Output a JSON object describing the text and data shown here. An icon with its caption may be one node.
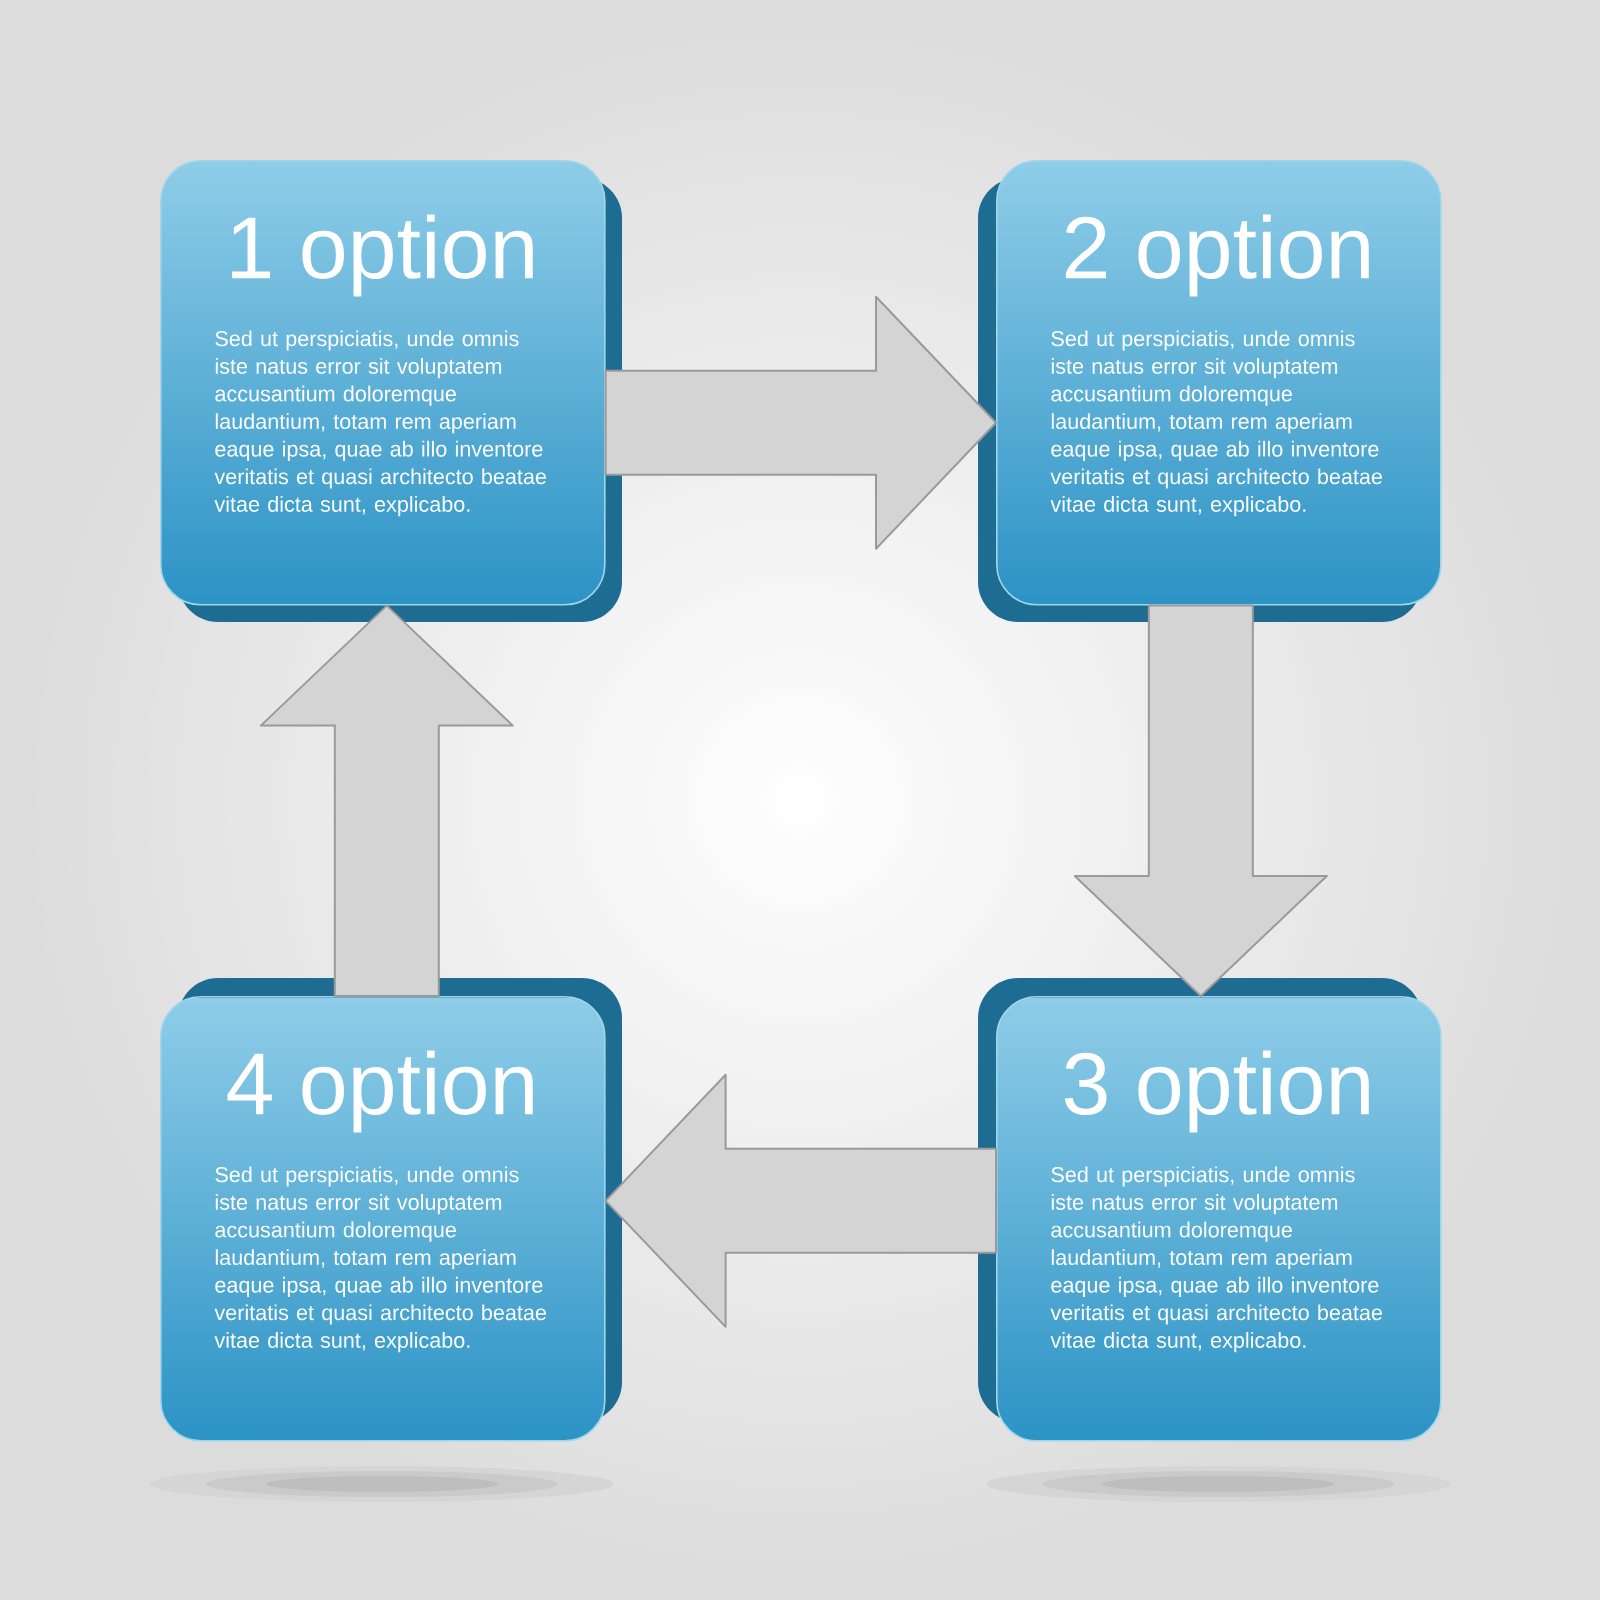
{
  "diagram": {
    "nodes": [
      {
        "text": [
          "1 option",
          "Sed ut perspiciatis, unde omnis iste natus error sit voluptatem accusantium doloremque laudantium, totam rem aperiam eaque ipsa, quae ab illo inventore veritatis et quasi architecto beatae vitae dicta sunt, explicabo."
        ]
      },
      {
        "text": [
          "2 option",
          "Sed ut perspiciatis, unde omnis iste natus error sit voluptatem accusantium doloremque laudantium, totam rem aperiam eaque ipsa, quae ab illo inventore veritatis et quasi architecto beatae vitae dicta sunt, explicabo."
        ]
      },
      {
        "text": [
          "3 option",
          "Sed ut perspiciatis, unde omnis iste natus error sit voluptatem accusantium doloremque laudantium, totam rem aperiam eaque ipsa, quae ab illo inventore veritatis et quasi architecto beatae vitae dicta sunt, explicabo."
        ]
      },
      {
        "text": [
          "4 option",
          "Sed ut perspiciatis, unde omnis iste natus error sit voluptatem accusantium doloremque laudantium, totam rem aperiam eaque ipsa, quae ab illo inventore veritatis et quasi architecto beatae vitae dicta sunt, explicabo."
        ]
      }
    ],
    "edges": [
      {
        "from": 0,
        "to": 1,
        "arrow": "to",
        "style": "thick"
      },
      {
        "from": 1,
        "to": 2,
        "arrow": "to",
        "style": "thick"
      },
      {
        "from": 2,
        "to": 3,
        "arrow": "to",
        "style": "thick"
      },
      {
        "from": 3,
        "to": 0,
        "arrow": "to",
        "style": "thick"
      }
    ]
  }
}
